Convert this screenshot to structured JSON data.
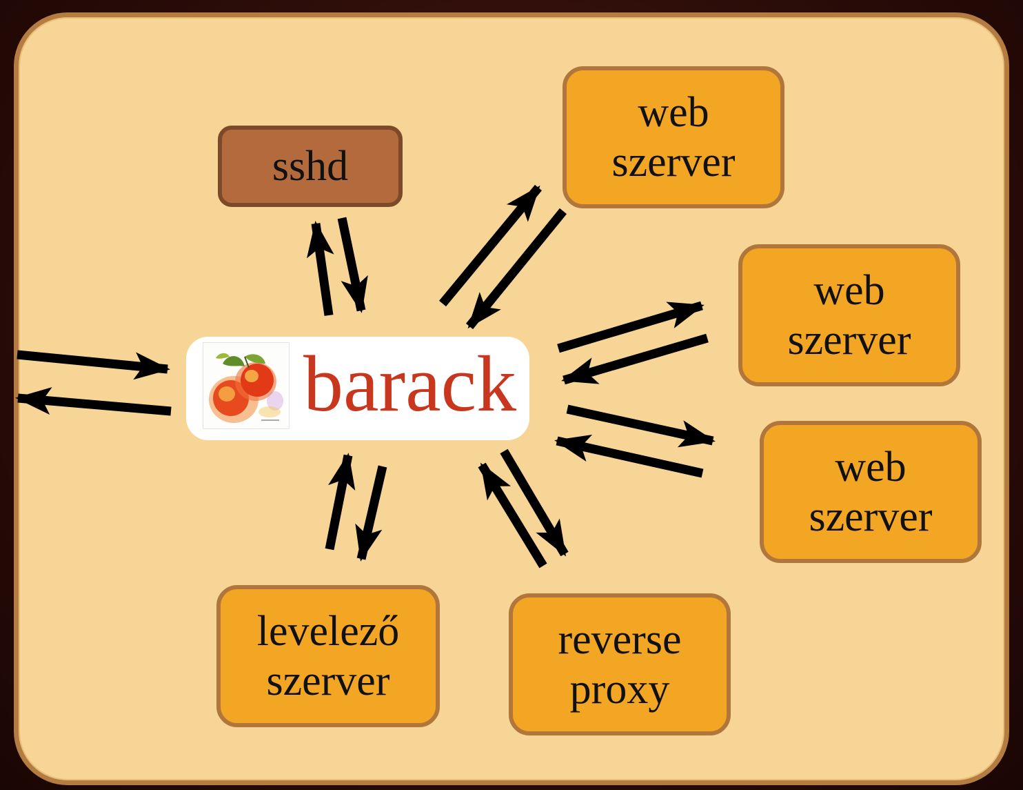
{
  "center": {
    "title": "barack",
    "logo_icon": "peach-painting-icon"
  },
  "nodes": {
    "sshd": {
      "label": "sshd"
    },
    "web1": {
      "line1": "web",
      "line2": "szerver"
    },
    "web2": {
      "line1": "web",
      "line2": "szerver"
    },
    "web3": {
      "line1": "web",
      "line2": "szerver"
    },
    "mail": {
      "line1": "levelező",
      "line2": "szerver"
    },
    "proxy": {
      "line1": "reverse",
      "line2": "proxy"
    }
  },
  "colors": {
    "panel": "#f6d596",
    "panel_border": "#b47c41",
    "node": "#f2a623",
    "node_border": "#b1763c",
    "sshd": "#b36b3e",
    "title": "#c8361e",
    "arrow": "#000000"
  }
}
